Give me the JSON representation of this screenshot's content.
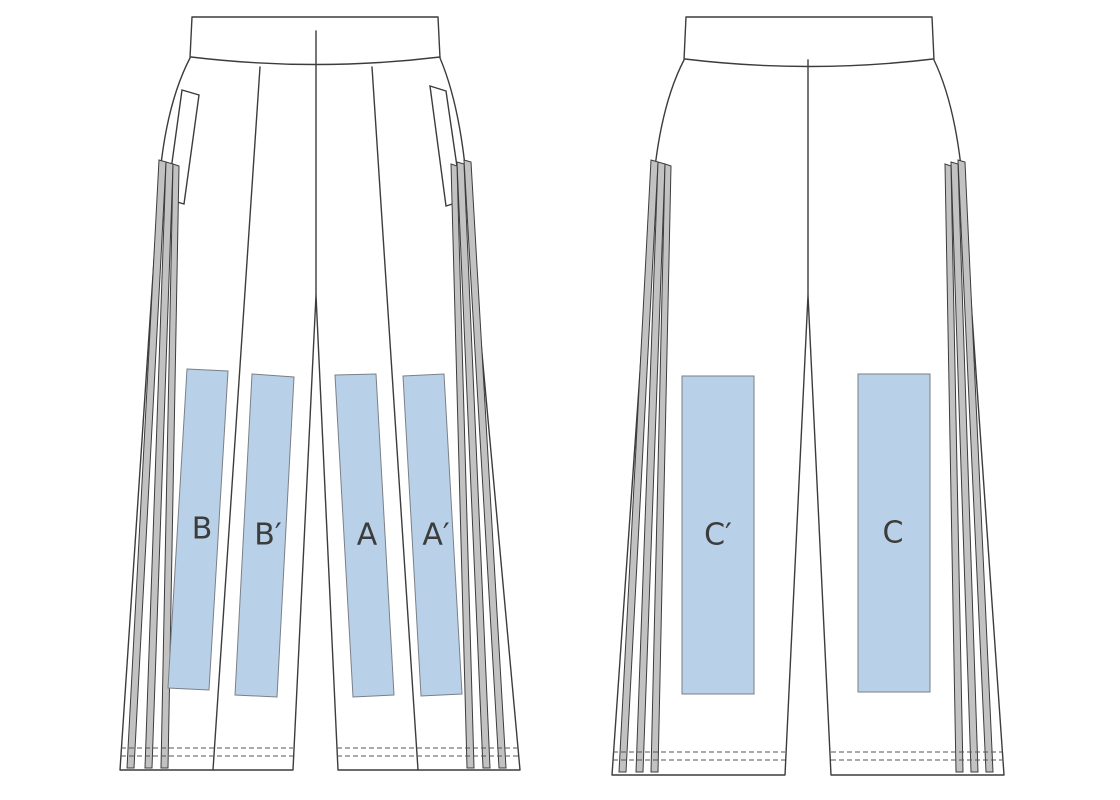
{
  "figure": {
    "front_view": {
      "patches": [
        {
          "label": "B"
        },
        {
          "label": "B′"
        },
        {
          "label": "A"
        },
        {
          "label": "A′"
        }
      ]
    },
    "back_view": {
      "patches": [
        {
          "label": "C′"
        },
        {
          "label": "C"
        }
      ]
    },
    "colors": {
      "patch_fill": "#b8d1e8",
      "patch_stroke": "#7a7f86",
      "stripe_fill": "#c2c2c2",
      "outline": "#3c3c3c"
    }
  }
}
